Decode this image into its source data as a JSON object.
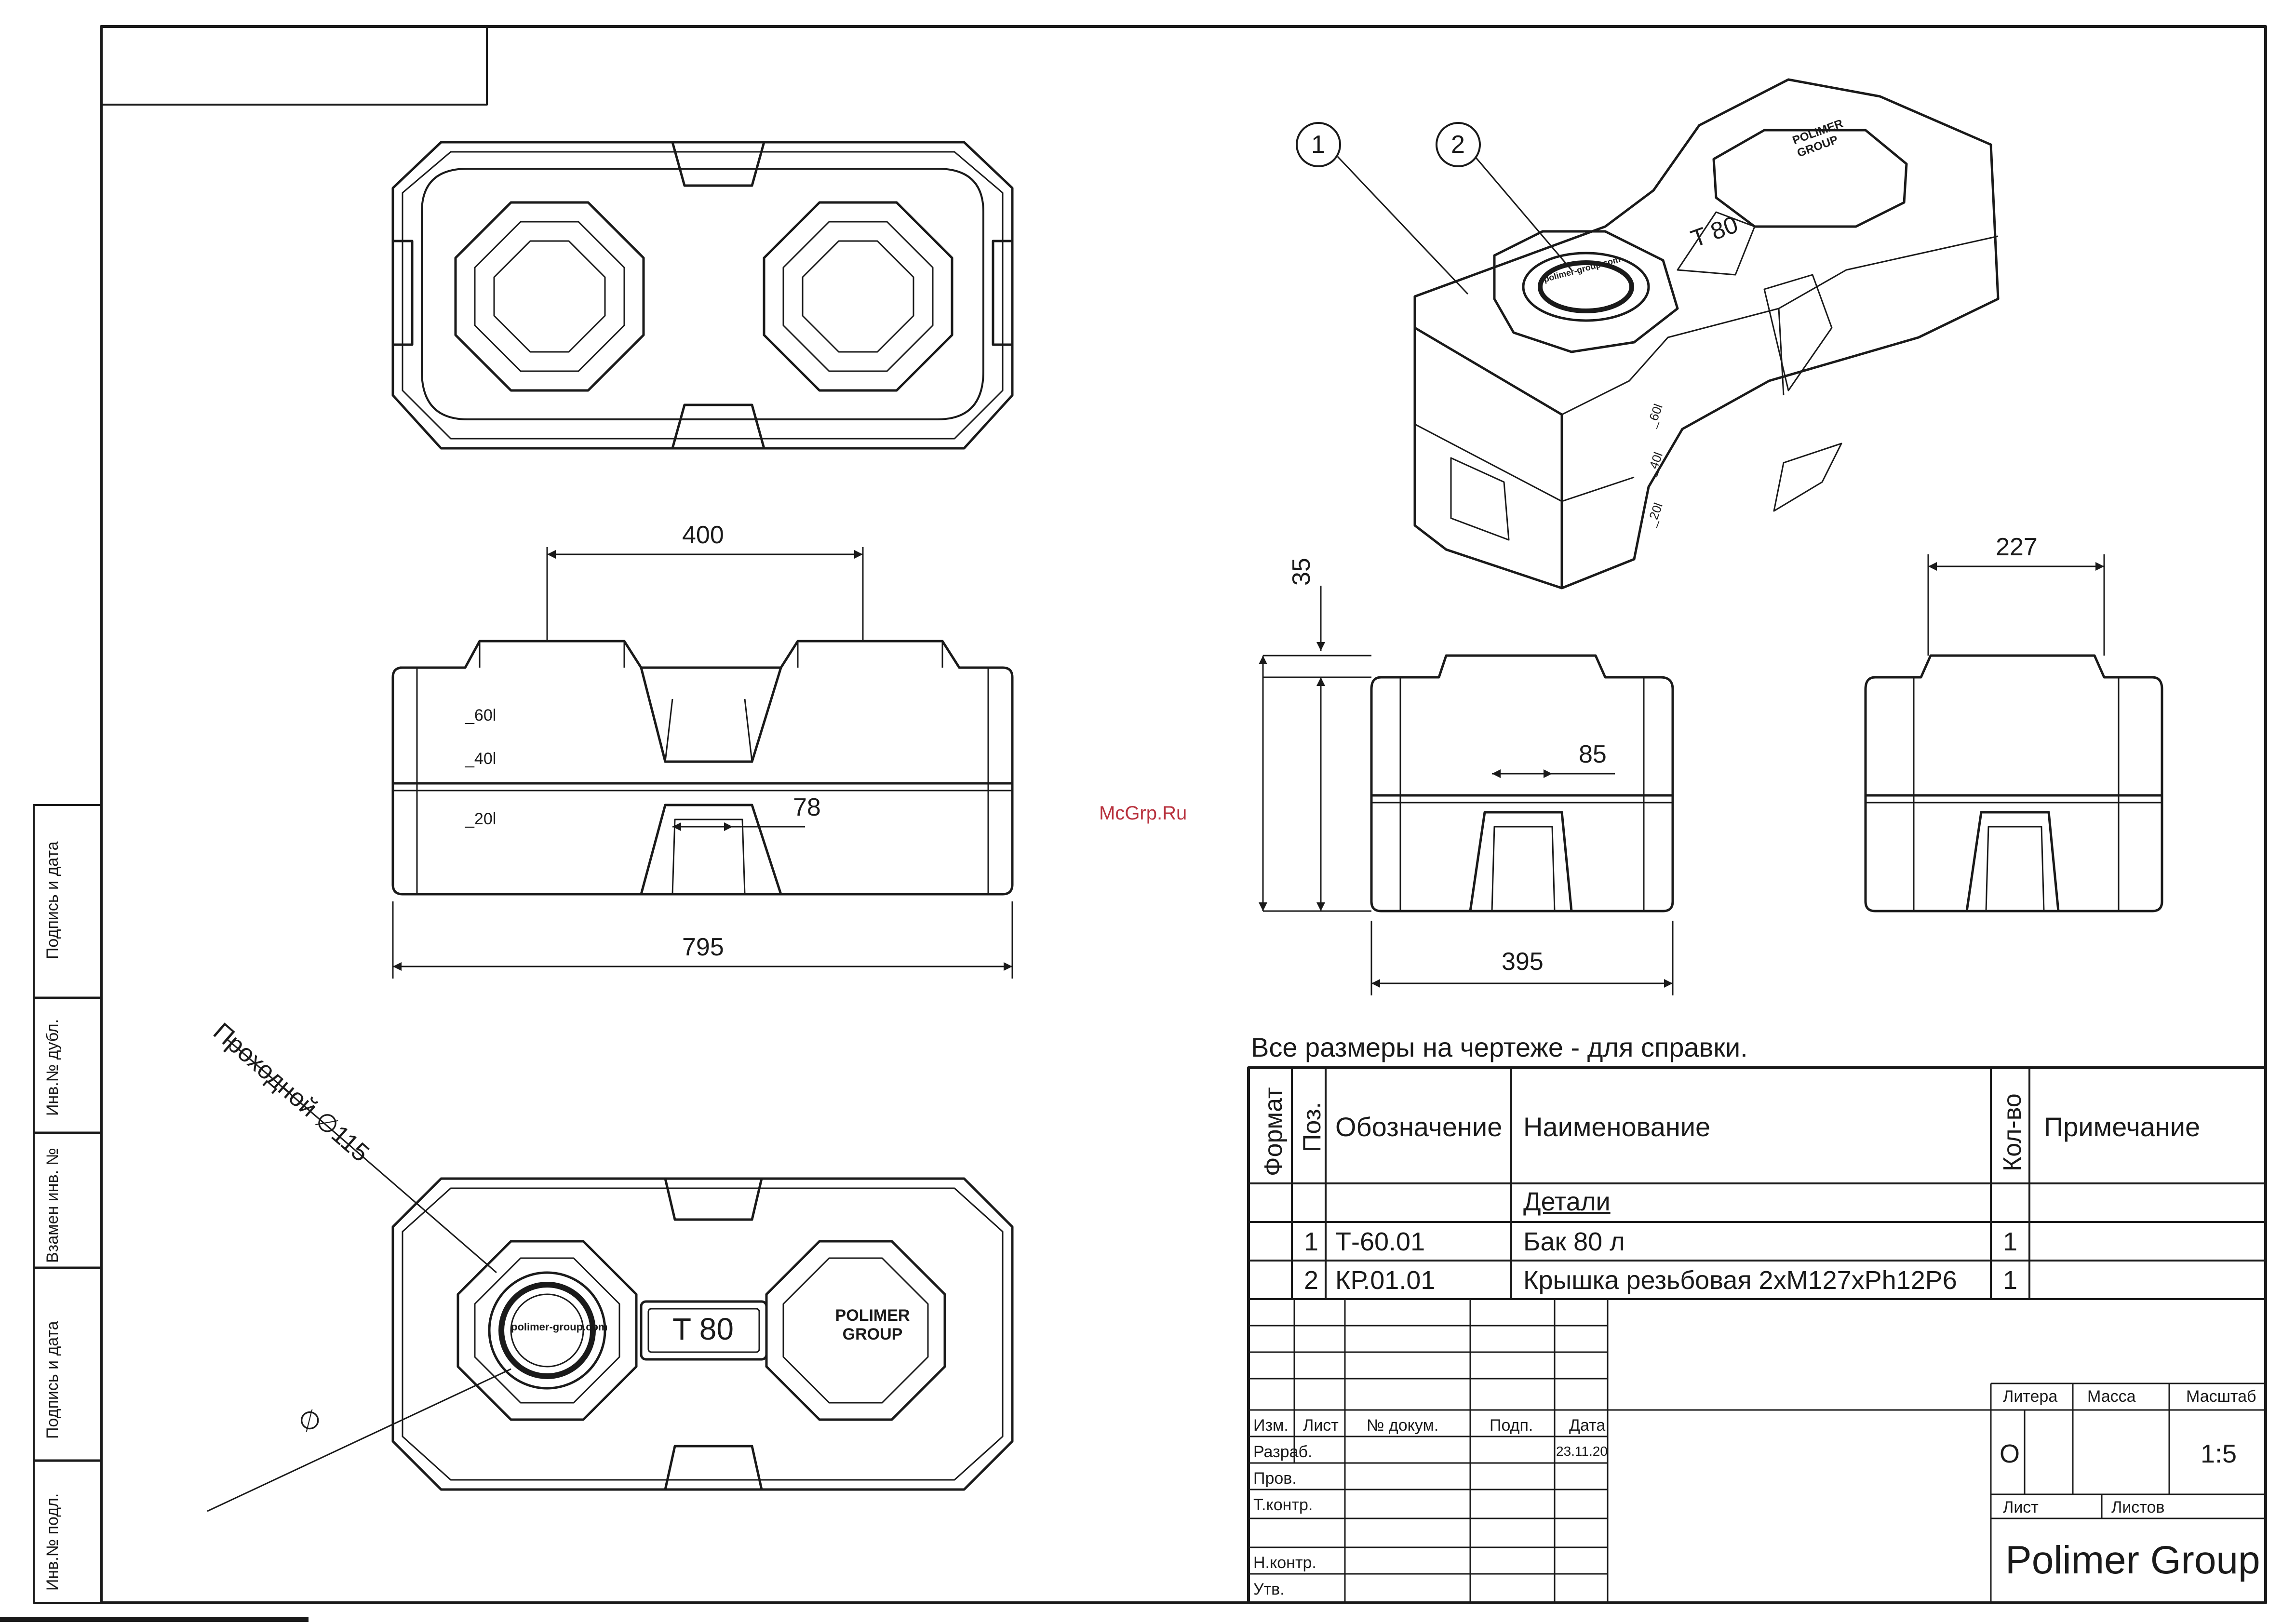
{
  "dimensions": {
    "top_width": "400",
    "front_length": "795",
    "front_notch": "78",
    "side_height": "35",
    "side_width": "395",
    "side_notch": "85",
    "end_width": "227",
    "diameter_label": "Проходной ∅115",
    "diameter_symbol": "∅"
  },
  "tank": {
    "level_marks": [
      "_60l",
      "_40l",
      "_20l"
    ],
    "embossed_label": "T 80",
    "brand_emboss": "POLIMER GROUP",
    "cap_ring_text": "polimer-group.com",
    "callouts": [
      "1",
      "2"
    ]
  },
  "note": "Все размеры на чертеже - для справки.",
  "watermark": "McGrp.Ru",
  "spec_table": {
    "headers": {
      "format": "Формат",
      "pos": "Поз.",
      "designation": "Обозначение",
      "name": "Наименование",
      "qty": "Кол-во",
      "remark": "Примечание"
    },
    "section": "Детали",
    "rows": [
      {
        "pos": "1",
        "designation": "Т-60.01",
        "name": "Бак 80 л",
        "qty": "1"
      },
      {
        "pos": "2",
        "designation": "КР.01.01",
        "name": "Крышка  резьбовая 2хМ127хPh12Р6",
        "qty": "1"
      }
    ]
  },
  "title_block": {
    "cols": [
      "Изм.",
      "Лист",
      "№ докум.",
      "Подп.",
      "Дата"
    ],
    "roles": [
      "Разраб.",
      "Пров.",
      "Т.контр.",
      "Н.контр.",
      "Утв."
    ],
    "date": "23.11.20",
    "litera_label": "Литера",
    "mass_label": "Масса",
    "scale_label": "Масштаб",
    "litera": "О",
    "scale": "1:5",
    "sheet_label": "Лист",
    "sheets_label": "Листов",
    "company": "Polimer Group"
  },
  "side_stamp": [
    "Подпись и дата",
    "Инв.№ дубл.",
    "Взамен инв. №",
    "Подпись и дата",
    "Инв.№ подл."
  ]
}
